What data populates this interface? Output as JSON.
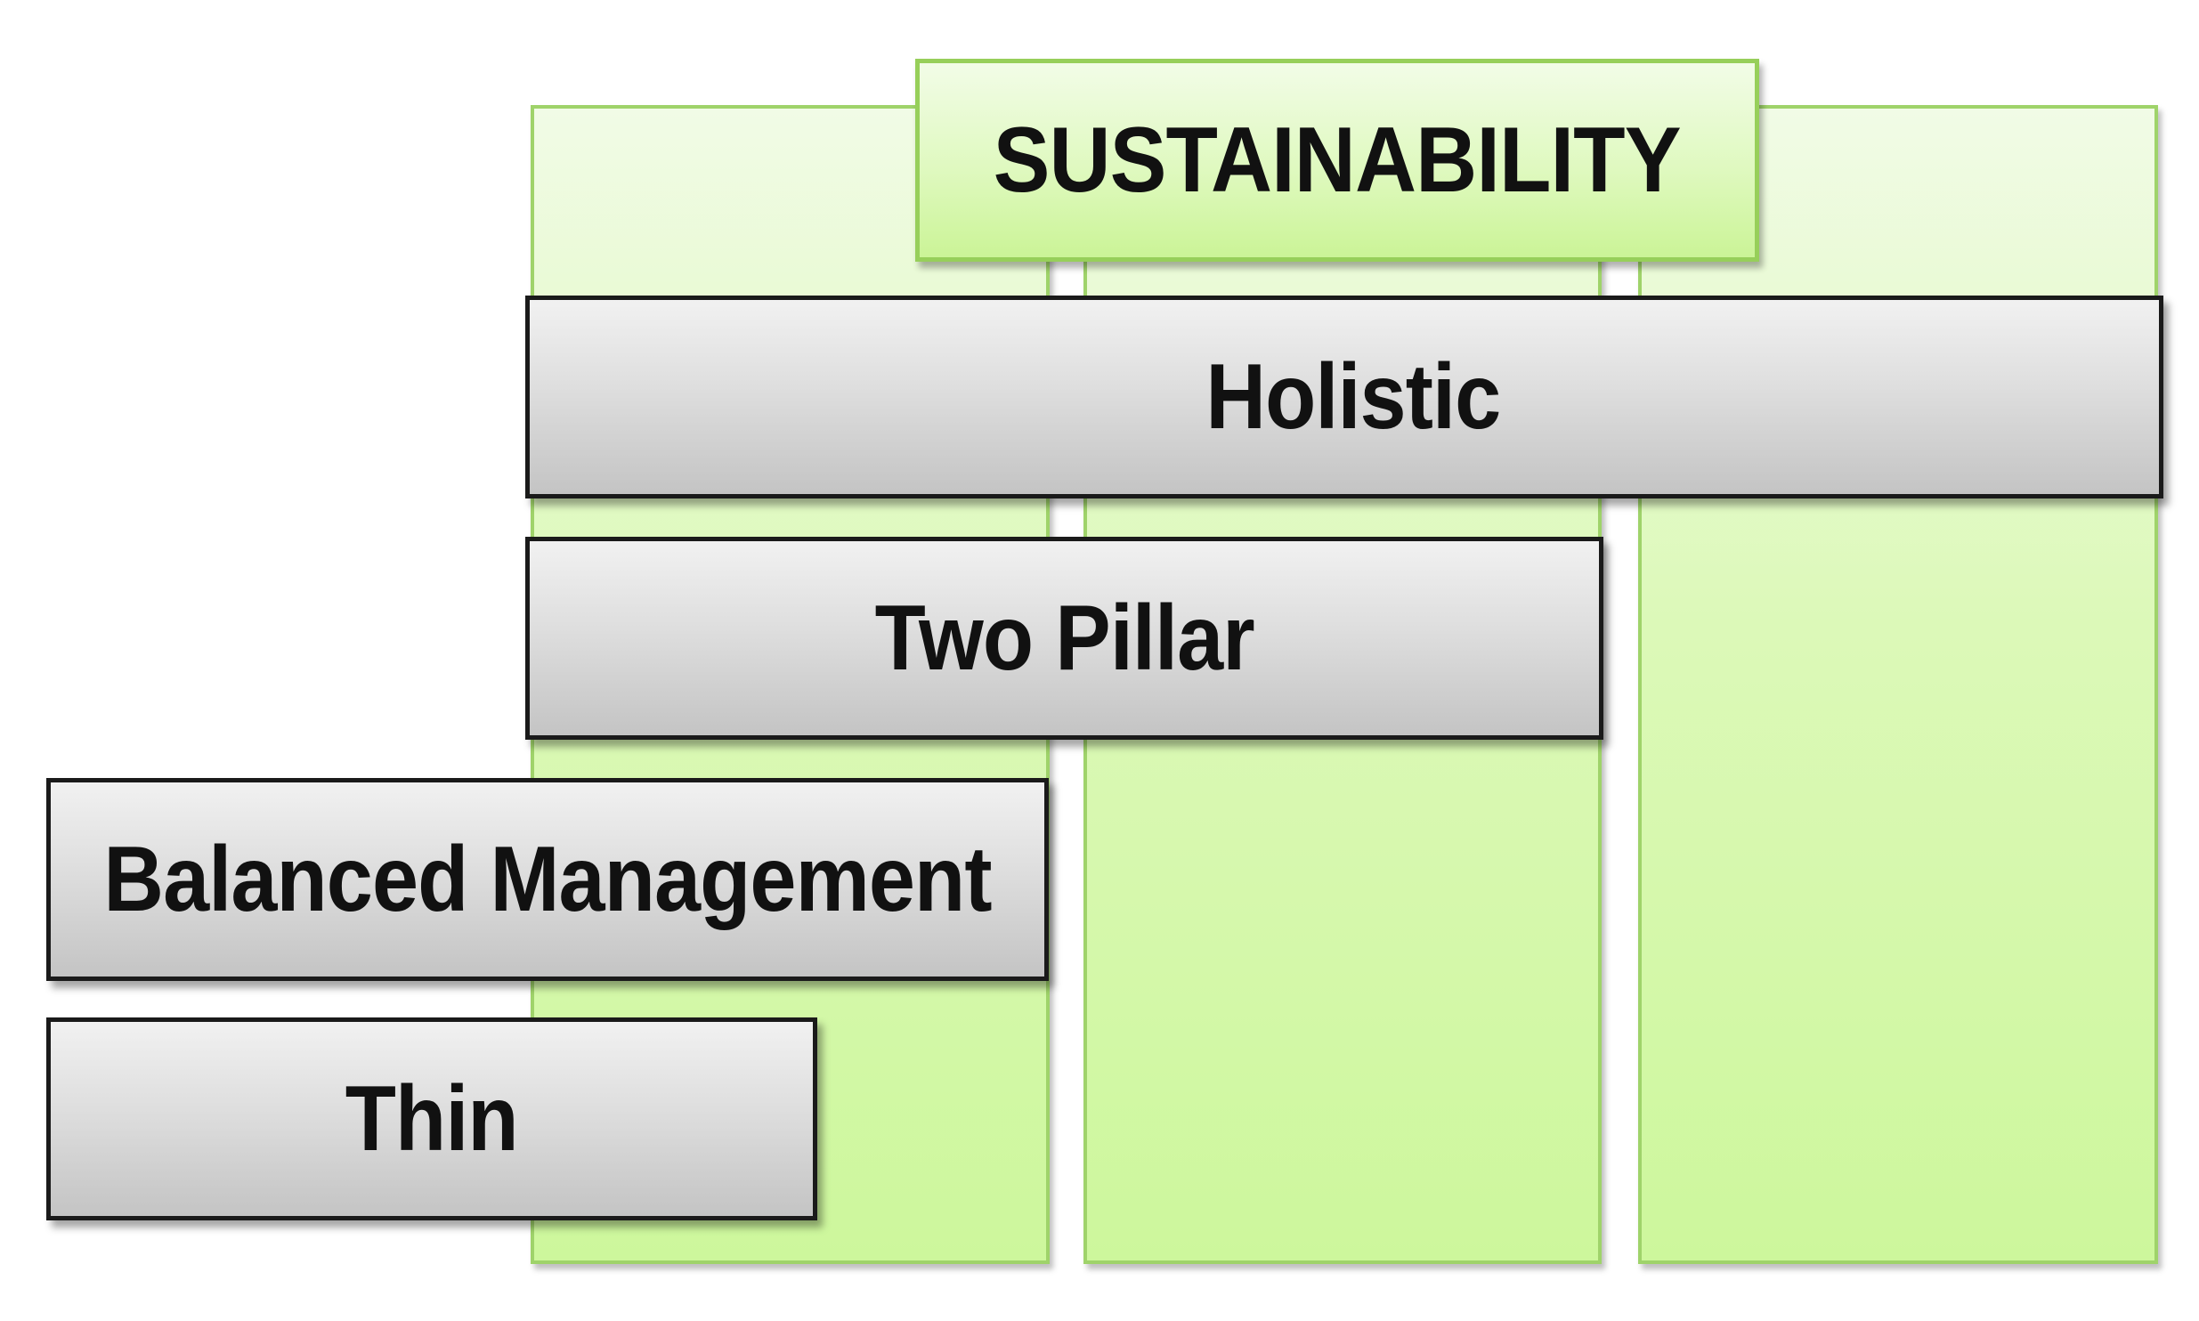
{
  "roof": {
    "label": "SUSTAINABILITY"
  },
  "pillars": [
    {
      "name": "pillar-1"
    },
    {
      "name": "pillar-2"
    },
    {
      "name": "pillar-3"
    }
  ],
  "bars": {
    "holistic": "Holistic",
    "two_pillar": "Two Pillar",
    "balanced_management": "Balanced Management",
    "thin": "Thin"
  },
  "colors": {
    "pillar_fill": "#d6f8ab",
    "pillar_border": "#9fd36a",
    "bar_fill": "#d8d8d8",
    "bar_border": "#1a1a1a",
    "text": "#111111"
  }
}
